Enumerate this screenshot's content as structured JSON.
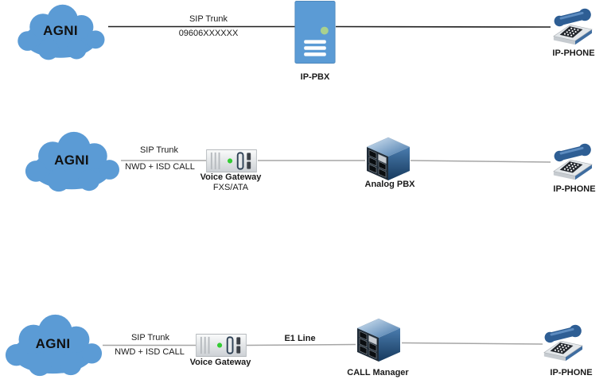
{
  "colors": {
    "cloud_blue": "#5b9bd5",
    "server_blue": "#5b9bd5",
    "server_led_green": "#a9d18e",
    "gateway_led_green": "#33cc33",
    "connector_dark": "#1f1f1f",
    "connector_gray": "#a6a6a6",
    "cube_front_dark": "#202c38",
    "phone_handset_blue": "#2e5e94",
    "label_text": "#1a1a1a"
  },
  "icons": {
    "cloud": "cloud-icon",
    "ip_pbx": "server-tower-icon",
    "voice_gateway": "gateway-box-icon",
    "analog_pbx": "cube-switch-icon",
    "call_manager": "cube-switch-icon",
    "ip_phone": "desk-phone-icon"
  },
  "rows": [
    {
      "cloud_label": "AGNI",
      "trunk_label": "SIP Trunk",
      "trunk_sublabel": "09606XXXXXX",
      "device_label": "IP-PBX",
      "phone_label": "IP-PHONE"
    },
    {
      "cloud_label": "AGNI",
      "trunk_label": "SIP Trunk",
      "trunk_sublabel": "NWD + ISD CALL",
      "gateway_label": "Voice Gateway",
      "gateway_sublabel": "FXS/ATA",
      "pbx_label": "Analog PBX",
      "phone_label": "IP-PHONE"
    },
    {
      "cloud_label": "AGNI",
      "trunk_label": "SIP Trunk",
      "trunk_sublabel": "NWD + ISD CALL",
      "gateway_label": "Voice Gateway",
      "line_label": "E1 Line",
      "manager_label": "CALL Manager",
      "phone_label": "IP-PHONE"
    }
  ]
}
